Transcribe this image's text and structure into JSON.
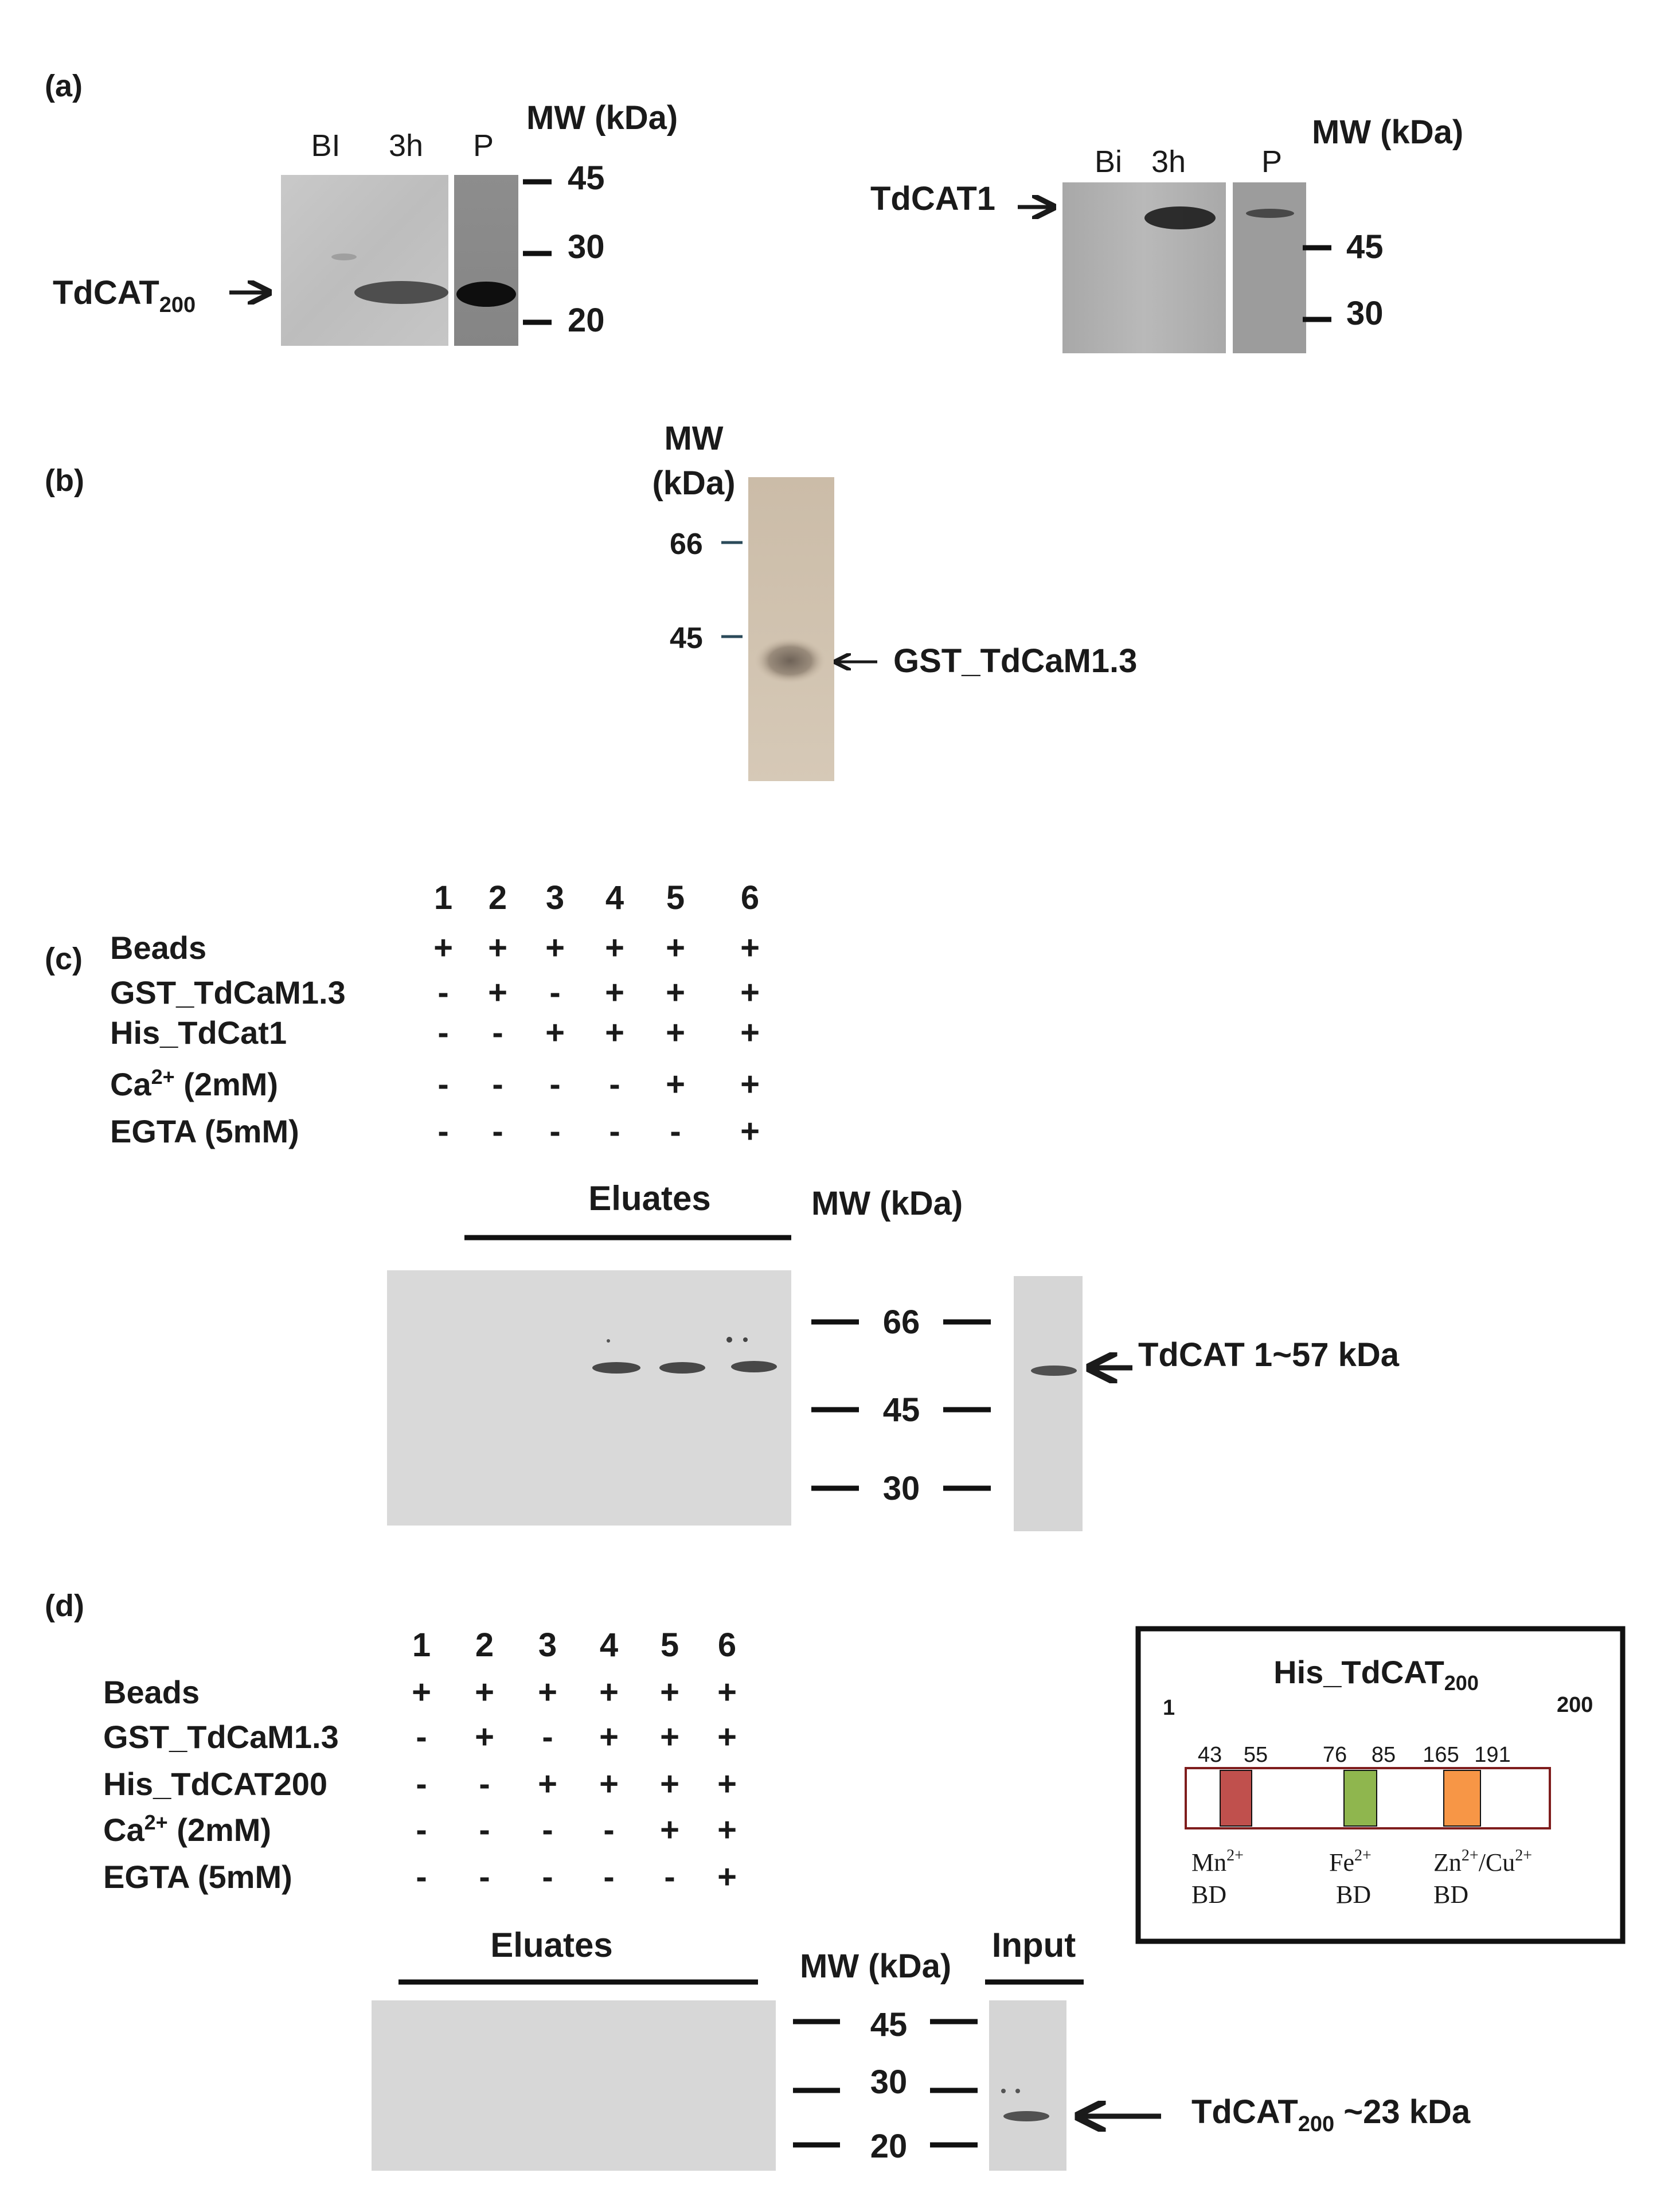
{
  "panel_a": {
    "label": "(a)",
    "blot1": {
      "lanes": [
        "BI",
        "3h",
        "P"
      ],
      "mw_title": "MW (kDa)",
      "markers": [
        "45",
        "30",
        "20"
      ],
      "protein_name": "TdCAT",
      "protein_sub": "200"
    },
    "blot2": {
      "lanes": [
        "Bi",
        "3h",
        "P"
      ],
      "mw_title": "MW (kDa)",
      "markers": [
        "45",
        "30"
      ],
      "protein": "TdCAT1"
    }
  },
  "panel_b": {
    "label": "(b)",
    "mw_title_1": "MW",
    "mw_title_2": "(kDa)",
    "markers": [
      "66",
      "45"
    ],
    "protein": "GST_TdCaM1.3"
  },
  "panel_c": {
    "label": "(c)",
    "lane_numbers": [
      "1",
      "2",
      "3",
      "4",
      "5",
      "6"
    ],
    "rows": [
      {
        "label": "Beads",
        "signs": [
          "+",
          "+",
          "+",
          "+",
          "+",
          "+"
        ]
      },
      {
        "label": "GST_TdCaM1.3",
        "signs": [
          "-",
          "+",
          "-",
          "+",
          "+",
          "+"
        ]
      },
      {
        "label": "His_TdCat1",
        "signs": [
          "-",
          "-",
          "+",
          "+",
          "+",
          "+"
        ]
      },
      {
        "label_main": "Ca",
        "label_sup": "2+",
        "label_tail": " (2mM)",
        "signs": [
          "-",
          "-",
          "-",
          "-",
          "+",
          "+"
        ]
      },
      {
        "label": "EGTA (5mM)",
        "signs": [
          "-",
          "-",
          "-",
          "-",
          "-",
          "+"
        ]
      }
    ],
    "eluates": "Eluates",
    "mw_title": "MW (kDa)",
    "markers": [
      "66",
      "45",
      "30"
    ],
    "band": "TdCAT 1~57 kDa"
  },
  "panel_d": {
    "label": "(d)",
    "lane_numbers": [
      "1",
      "2",
      "3",
      "4",
      "5",
      "6"
    ],
    "rows": [
      {
        "label": "Beads",
        "signs": [
          "+",
          "+",
          "+",
          "+",
          "+",
          "+"
        ]
      },
      {
        "label": "GST_TdCaM1.3",
        "signs": [
          "-",
          "+",
          "-",
          "+",
          "+",
          "+"
        ]
      },
      {
        "label": "His_TdCAT200",
        "signs": [
          "-",
          "-",
          "+",
          "+",
          "+",
          "+"
        ]
      },
      {
        "label_main": "Ca",
        "label_sup": "2+",
        "label_tail": " (2mM)",
        "signs": [
          "-",
          "-",
          "-",
          "-",
          "+",
          "+"
        ]
      },
      {
        "label": "EGTA (5mM)",
        "signs": [
          "-",
          "-",
          "-",
          "-",
          "-",
          "+"
        ]
      }
    ],
    "eluates": "Eluates",
    "mw_title": "MW (kDa)",
    "input": "Input",
    "markers": [
      "45",
      "30",
      "20"
    ],
    "band_name": "TdCAT",
    "band_sub": "200",
    "band_tail": " ~23 kDa",
    "domain_box": {
      "title_main": "His_TdCAT",
      "title_sub": "200",
      "start": "1",
      "end": "200",
      "domains": [
        {
          "from": "43",
          "to": "55",
          "ion": "Mn",
          "charge": "2+",
          "bd": "BD",
          "color": "#c0504d"
        },
        {
          "from": "76",
          "to": "85",
          "ion": "Fe",
          "charge": "2+",
          "bd": "BD",
          "color": "#8fb64e"
        },
        {
          "from": "165",
          "to": "191",
          "ion_a": "Zn",
          "charge_a": "2+",
          "sep": "/",
          "ion_b": "Cu",
          "charge_b": "2+",
          "bd": "BD",
          "color": "#f79646"
        }
      ],
      "outline_color": "#7f1d1d"
    }
  }
}
